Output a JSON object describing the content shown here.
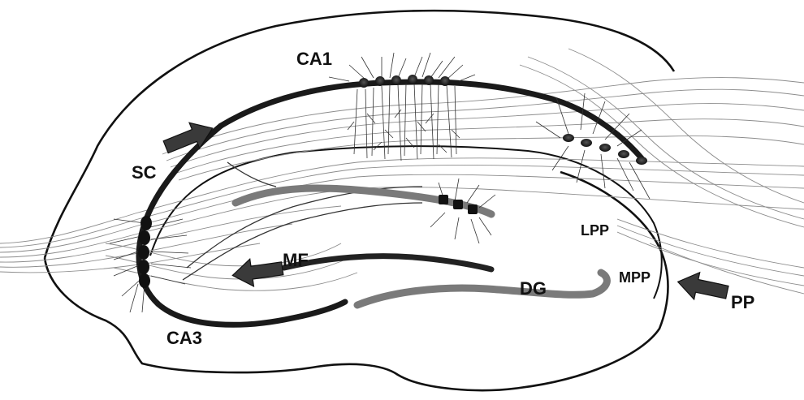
{
  "labels": {
    "ca1": "CA1",
    "sc": "SC",
    "mf": "MF",
    "dg": "DG",
    "lpp": "LPP",
    "mpp": "MPP",
    "pp": "PP",
    "ca3": "CA3"
  },
  "colors": {
    "ink": "#111111",
    "layer": "#1a1a1a",
    "dg_layer": "#7a7a7a",
    "fiber": "#8c8c8c",
    "arrow": "#3a3a3a",
    "background": "#ffffff"
  },
  "icons": {
    "arrow_sc": "arrow-right-icon",
    "arrow_mf": "arrow-left-icon",
    "arrow_pp": "arrow-left-icon"
  }
}
